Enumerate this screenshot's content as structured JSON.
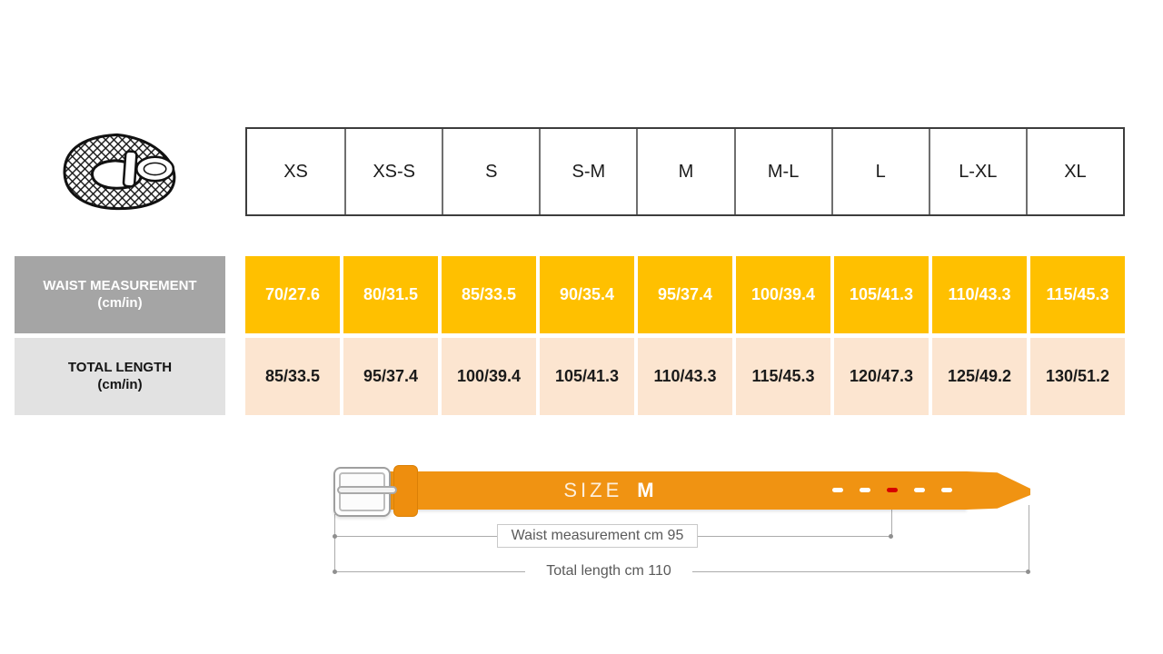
{
  "chart_data": {
    "type": "table",
    "columns": [
      "XS",
      "XS-S",
      "S",
      "S-M",
      "M",
      "M-L",
      "L",
      "L-XL",
      "XL"
    ],
    "rows": [
      {
        "label_main": "WAIST MEASUREMENT",
        "label_unit": "(cm/in)",
        "values": [
          "70/27.6",
          "80/31.5",
          "85/33.5",
          "90/35.4",
          "95/37.4",
          "100/39.4",
          "105/41.3",
          "110/43.3",
          "115/45.3"
        ]
      },
      {
        "label_main": "TOTAL LENGTH",
        "label_unit": "(cm/in)",
        "values": [
          "85/33.5",
          "95/37.4",
          "100/39.4",
          "105/41.3",
          "110/43.3",
          "115/45.3",
          "120/47.3",
          "125/49.2",
          "130/51.2"
        ]
      }
    ],
    "title": "",
    "legend": "none",
    "grid": "table borders on header row; colored cells with white gutters"
  },
  "belt_diagram": {
    "size_word": "SIZE",
    "size_value": "M",
    "waist_annotation": "Waist measurement cm 95",
    "length_annotation": "Total length cm 110",
    "holes": [
      "white",
      "white",
      "red",
      "white",
      "white"
    ]
  },
  "colors": {
    "waist_row_bg": "#FFC000",
    "length_row_bg": "#FCE5D0",
    "waist_label_bg": "#A5A5A5",
    "length_label_bg": "#E2E2E2",
    "belt_strap": "#F09312",
    "belt_keeper": "#EE8E0E",
    "hole_red": "#D60000",
    "dimension_line": "#ABABAB",
    "annotation_text": "#5A5A5A"
  }
}
